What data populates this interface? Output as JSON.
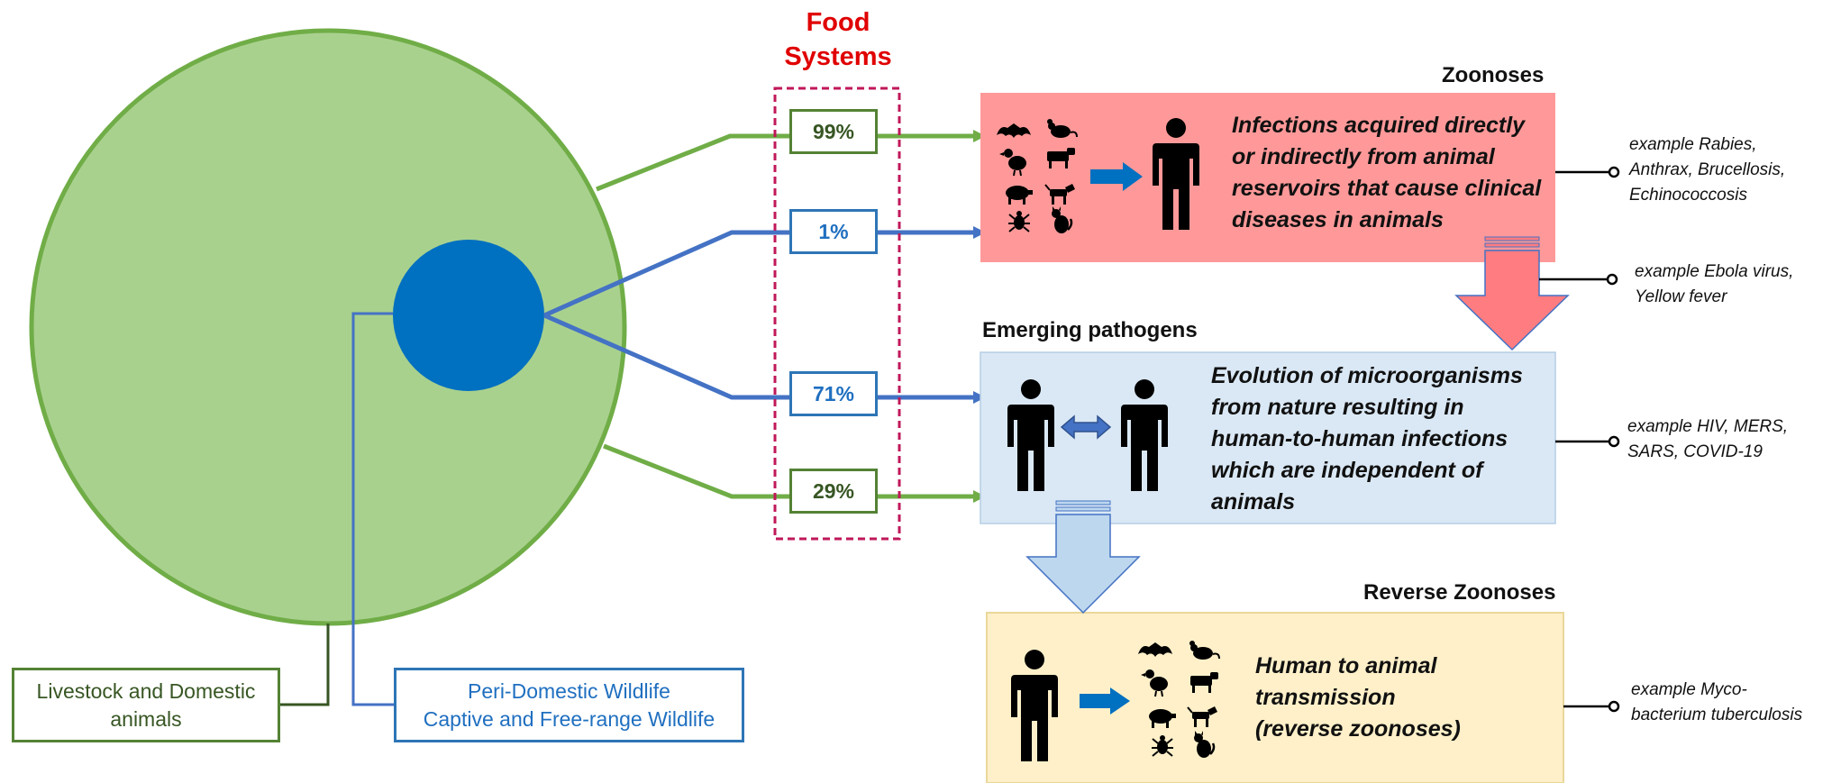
{
  "title": {
    "line1": "Food",
    "line2": "Systems"
  },
  "percentages": {
    "p99": "99%",
    "p1": "1%",
    "p71": "71%",
    "p29": "29%"
  },
  "zoonoses": {
    "header": "Zoonoses",
    "desc": [
      "Infections acquired directly",
      "or indirectly from animal",
      "reservoirs that cause clinical",
      "diseases in animals"
    ],
    "example1": [
      "example Rabies,",
      "Anthrax, Brucellosis,",
      "Echinococcosis"
    ],
    "example2": [
      "example Ebola virus,",
      "Yellow fever"
    ]
  },
  "emerging": {
    "header": "Emerging pathogens",
    "desc": [
      "Evolution of microorganisms",
      "from nature resulting in",
      "human-to-human infections",
      "which are independent of",
      "animals"
    ],
    "example": [
      "example HIV, MERS,",
      "SARS, COVID-19"
    ]
  },
  "reverse": {
    "header": "Reverse Zoonoses",
    "desc": [
      "Human to animal",
      "transmission",
      "(reverse zoonoses)"
    ],
    "example": [
      "example Myco-",
      "bacterium tuberculosis"
    ]
  },
  "legend": {
    "livestock": [
      "Livestock and Domestic",
      "animals"
    ],
    "wildlife": [
      "Peri-Domestic Wildlife",
      "Captive and Free-range Wildlife"
    ]
  },
  "colors": {
    "green_circle": "#a9d18e",
    "green_line": "#70ad47",
    "blue_circle": "#0070c0",
    "blue_line": "#4472c4",
    "food_border": "#c0185a",
    "zoonoses_box": "#ff9999",
    "emerging_box": "#dae8f5",
    "reverse_box": "#fff0c9"
  },
  "icons": [
    "bat-icon",
    "rat-icon",
    "bird-icon",
    "cow-icon",
    "chicken-icon",
    "pig-icon",
    "dog-icon",
    "tick-icon",
    "cat-icon",
    "person-icon",
    "arrow-right-icon",
    "double-arrow-icon",
    "arrow-down-icon"
  ]
}
